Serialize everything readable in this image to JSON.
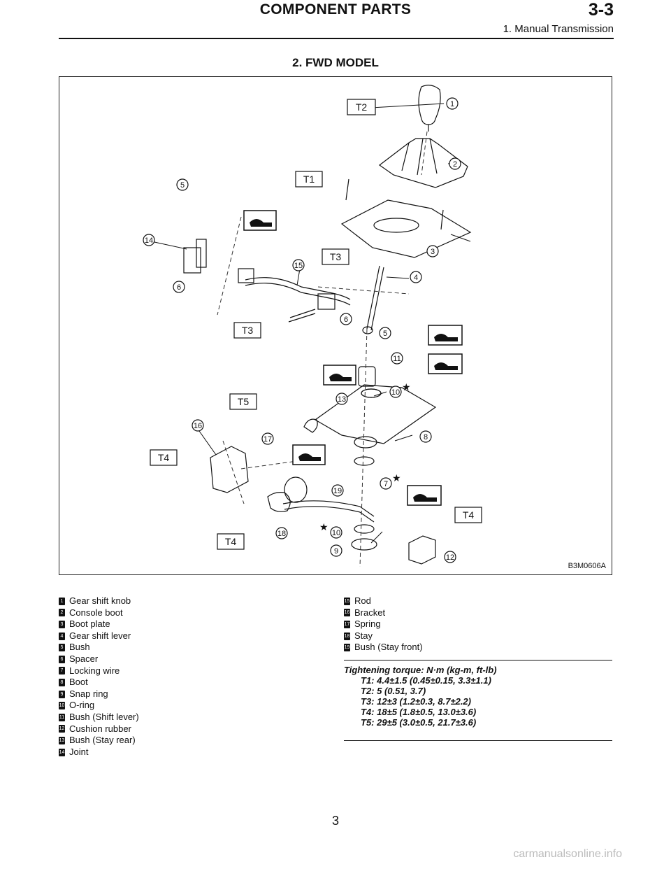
{
  "header": {
    "title": "COMPONENT PARTS",
    "chapter": "3-3",
    "subtitle": "1. Manual Transmission"
  },
  "section_title": "2. FWD MODEL",
  "figure": {
    "code": "B3M0606A",
    "torque_tags": [
      "T1",
      "T2",
      "T3",
      "T4",
      "T5"
    ],
    "callout_numbers": [
      "1",
      "2",
      "3",
      "4",
      "5",
      "6",
      "7",
      "8",
      "9",
      "10",
      "11",
      "12",
      "13",
      "14",
      "15",
      "16",
      "17",
      "18",
      "19"
    ]
  },
  "legend_left": [
    {
      "n": "1",
      "label": "Gear shift knob"
    },
    {
      "n": "2",
      "label": "Console boot"
    },
    {
      "n": "3",
      "label": "Boot plate"
    },
    {
      "n": "4",
      "label": "Gear shift lever"
    },
    {
      "n": "5",
      "label": "Bush"
    },
    {
      "n": "6",
      "label": "Spacer"
    },
    {
      "n": "7",
      "label": "Locking wire"
    },
    {
      "n": "8",
      "label": "Boot"
    },
    {
      "n": "9",
      "label": "Snap ring"
    },
    {
      "n": "10",
      "label": "O-ring"
    },
    {
      "n": "11",
      "label": "Bush (Shift lever)"
    },
    {
      "n": "12",
      "label": "Cushion rubber"
    },
    {
      "n": "13",
      "label": "Bush (Stay rear)"
    },
    {
      "n": "14",
      "label": "Joint"
    }
  ],
  "legend_right": [
    {
      "n": "15",
      "label": "Rod"
    },
    {
      "n": "16",
      "label": "Bracket"
    },
    {
      "n": "17",
      "label": "Spring"
    },
    {
      "n": "18",
      "label": "Stay"
    },
    {
      "n": "19",
      "label": "Bush (Stay front)"
    }
  ],
  "torque": {
    "heading": "Tightening torque: N·m (kg-m, ft-lb)",
    "items": [
      "T1: 4.4±1.5 (0.45±0.15, 3.3±1.1)",
      "T2: 5 (0.51, 3.7)",
      "T3: 12±3 (1.2±0.3, 8.7±2.2)",
      "T4: 18±5 (1.8±0.5, 13.0±3.6)",
      "T5: 29±5 (3.0±0.5, 21.7±3.6)"
    ]
  },
  "page_number": "3",
  "watermark": "carmanualsonline.info"
}
